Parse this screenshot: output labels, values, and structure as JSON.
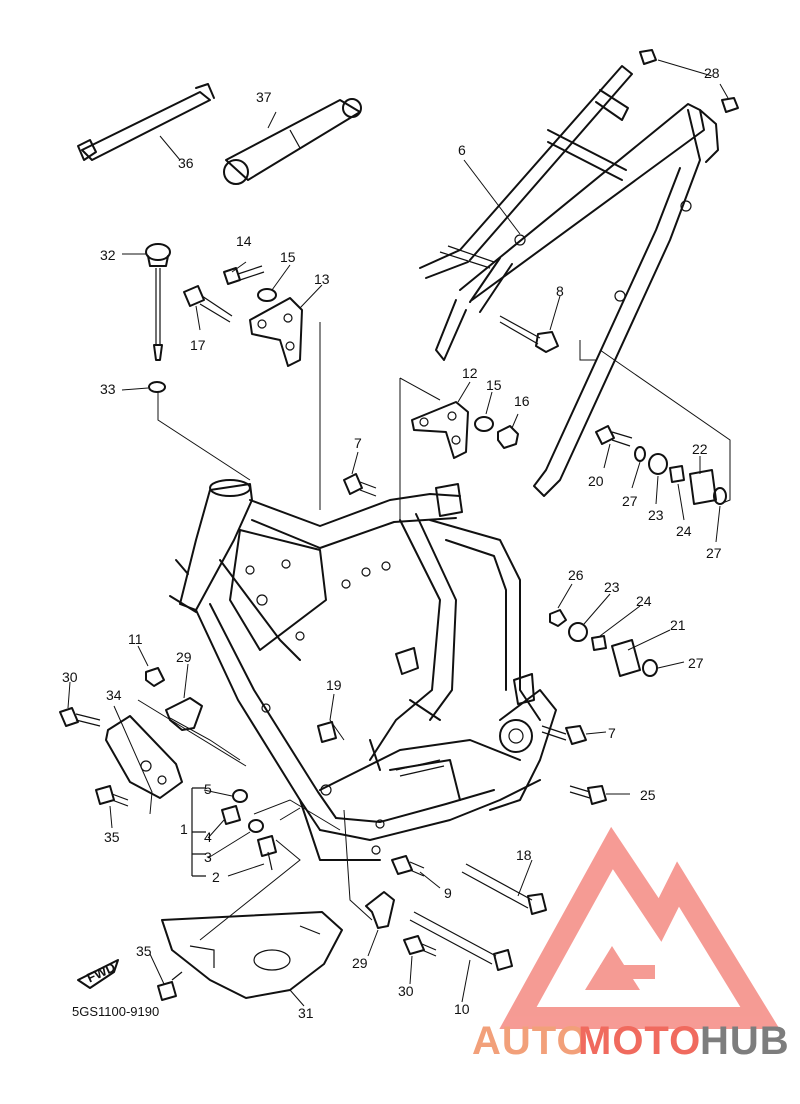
{
  "diagram": {
    "code": "5GS1100-9190",
    "fwd_label": "FWD",
    "labels": [
      "1",
      "2",
      "3",
      "4",
      "5",
      "6",
      "7",
      "7",
      "8",
      "9",
      "10",
      "11",
      "12",
      "13",
      "14",
      "15",
      "15",
      "16",
      "17",
      "18",
      "19",
      "20",
      "21",
      "22",
      "23",
      "23",
      "24",
      "24",
      "25",
      "26",
      "27",
      "27",
      "27",
      "28",
      "29",
      "29",
      "30",
      "30",
      "31",
      "32",
      "33",
      "34",
      "35",
      "35",
      "36",
      "37"
    ]
  },
  "watermark": {
    "brand_a": "AUTO",
    "brand_b": "MOTO",
    "brand_c": "HUB",
    "colors": {
      "auto": "#f2a07a",
      "moto": "#f06a5e",
      "hub": "#7d7d7d",
      "logo": "#f48a82"
    }
  }
}
